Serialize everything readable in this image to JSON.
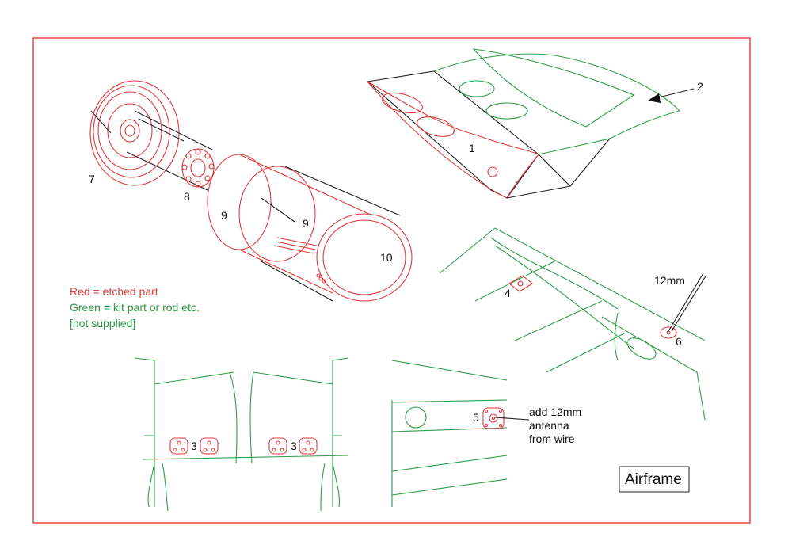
{
  "part_labels": {
    "p1": "1",
    "p2": "2",
    "p3a": "3",
    "p3b": "3",
    "p4": "4",
    "p5": "5",
    "p6": "6",
    "p7": "7",
    "p8": "8",
    "p9a": "9",
    "p9b": "9",
    "p10": "10"
  },
  "measure_label": "12mm",
  "legend": {
    "red": "Red = etched part",
    "green": "Green = kit part or rod etc.",
    "not_supplied": "[not supplied]"
  },
  "note": {
    "line1": "add 12mm",
    "line2": "antenna",
    "line3": "from wire"
  },
  "caption": "Airframe",
  "colors": {
    "etched": "#e0393b",
    "kit": "#2f9d48",
    "frame": "#e0393b"
  }
}
